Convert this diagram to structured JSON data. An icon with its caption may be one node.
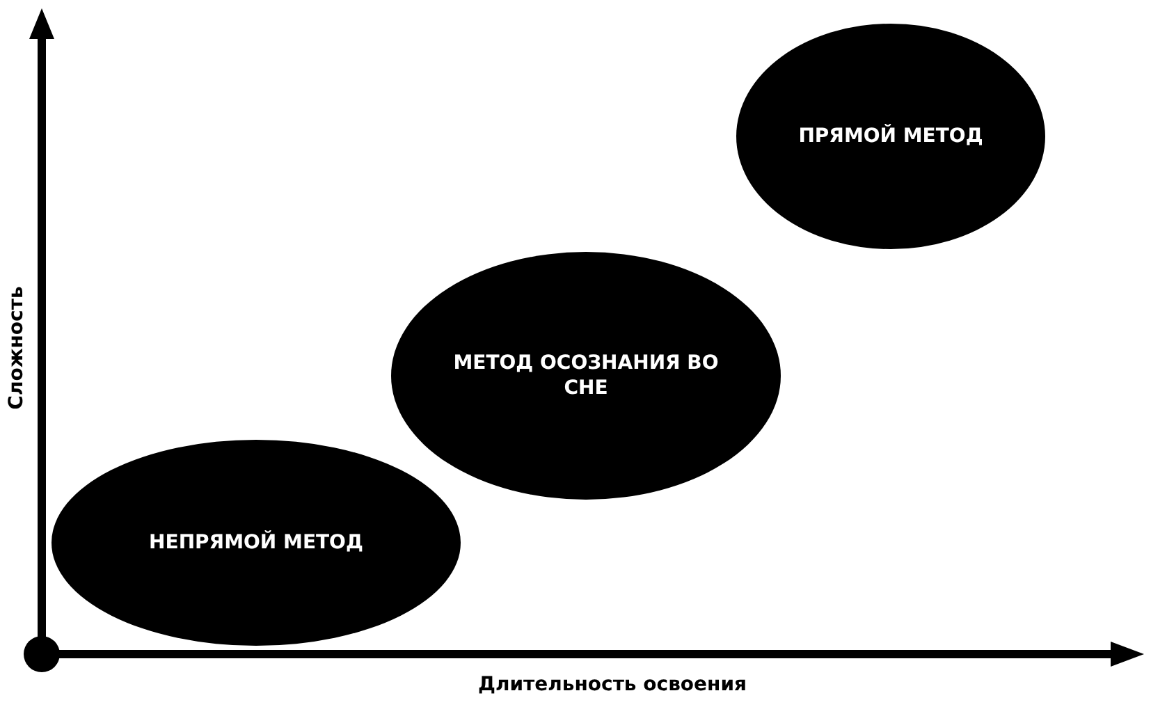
{
  "diagram": {
    "nodes": [
      {
        "text": [
          "ПРЯМОЙ МЕТОД"
        ]
      },
      {
        "text": [
          "МЕТОД ОСОЗНАНИЯ ВО СНЕ"
        ]
      },
      {
        "text": [
          "НЕПРЯМОЙ МЕТОД"
        ]
      }
    ],
    "edges": [],
    "labels": [
      "Сложность",
      "Длительность освоения"
    ]
  }
}
